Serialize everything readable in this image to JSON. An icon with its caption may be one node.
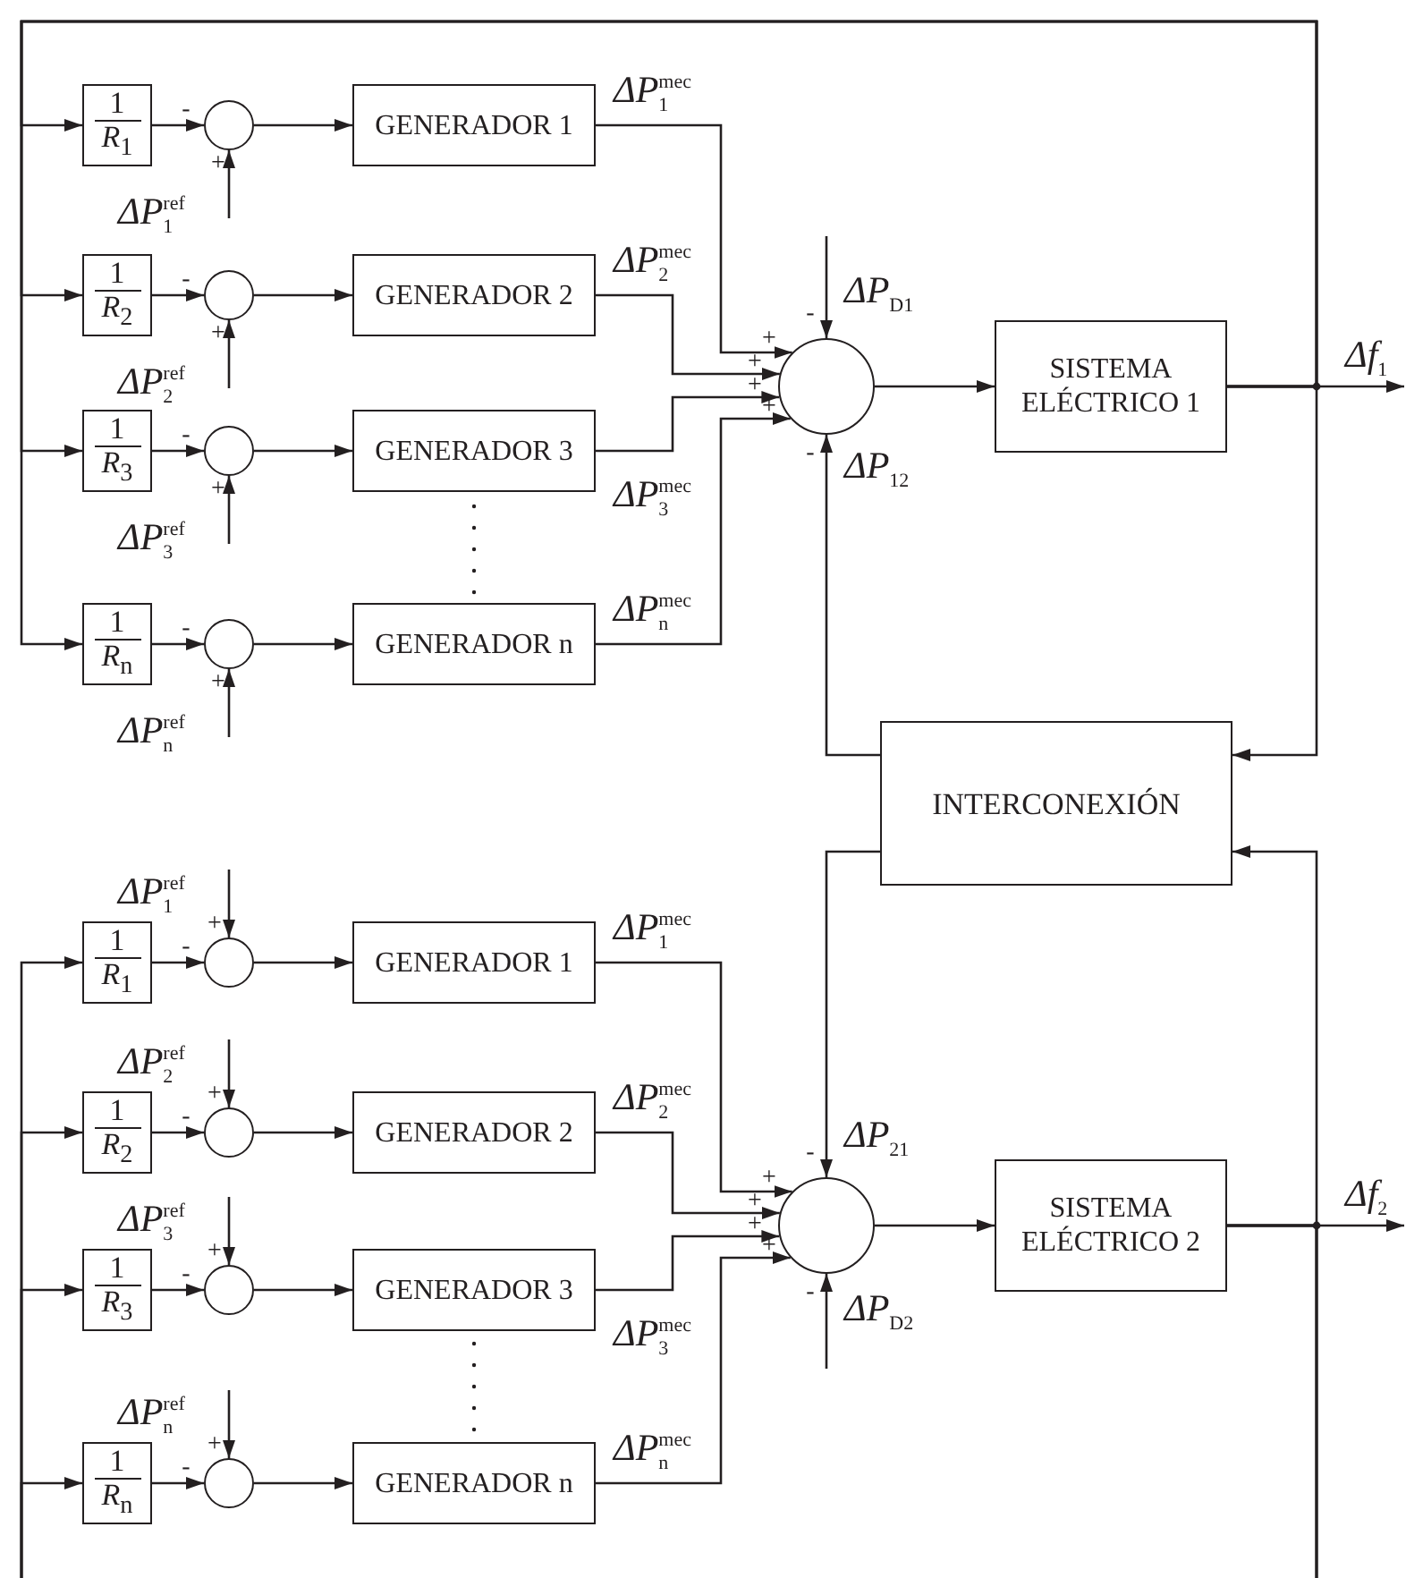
{
  "diagram": {
    "nodes": [
      {
        "text": [
          "1",
          "*R*$_{1}$"
        ]
      },
      {
        "text": [],
        "shape": "circle",
        "beside": [
          "-",
          "+"
        ]
      },
      {
        "text": [
          "GENERADOR 1"
        ]
      },
      {
        "text": [
          "1",
          "*R*$_{2}$"
        ]
      },
      {
        "text": [],
        "shape": "circle",
        "beside": [
          "-",
          "+"
        ]
      },
      {
        "text": [
          "GENERADOR 2"
        ]
      },
      {
        "text": [
          "1",
          "*R*$_{3}$"
        ]
      },
      {
        "text": [],
        "shape": "circle",
        "beside": [
          "-",
          "+"
        ]
      },
      {
        "text": [
          "GENERADOR 3"
        ]
      },
      {
        "text": [
          "1",
          "*R*$_{n}$"
        ]
      },
      {
        "text": [],
        "shape": "circle",
        "beside": [
          "-",
          "+"
        ]
      },
      {
        "text": [
          "GENERADOR n"
        ]
      },
      {
        "text": [],
        "shape": "circle",
        "beside": [
          "-",
          "+",
          "+",
          "+",
          "+",
          "-"
        ]
      },
      {
        "text": [
          "SISTEMA ELÉCTRICO 1"
        ]
      },
      {
        "text": [
          "INTERCONEXIÓN"
        ]
      },
      {
        "text": [
          "1",
          "*R*$_{1}$"
        ]
      },
      {
        "text": [],
        "shape": "circle",
        "beside": [
          "+",
          "-"
        ]
      },
      {
        "text": [
          "GENERADOR 1"
        ]
      },
      {
        "text": [
          "1",
          "*R*$_{2}$"
        ]
      },
      {
        "text": [],
        "shape": "circle",
        "beside": [
          "+",
          "-"
        ]
      },
      {
        "text": [
          "GENERADOR 2"
        ]
      },
      {
        "text": [
          "1",
          "*R*$_{3}$"
        ]
      },
      {
        "text": [],
        "shape": "circle",
        "beside": [
          "+",
          "-"
        ]
      },
      {
        "text": [
          "GENERADOR 3"
        ]
      },
      {
        "text": [
          "1",
          "*R*$_{n}$"
        ]
      },
      {
        "text": [],
        "shape": "circle",
        "beside": [
          "+",
          "-"
        ]
      },
      {
        "text": [
          "GENERADOR n"
        ]
      },
      {
        "text": [],
        "shape": "circle",
        "beside": [
          "-",
          "+",
          "+",
          "+",
          "+",
          "-"
        ]
      },
      {
        "text": [
          "SISTEMA ELÉCTRICO 2"
        ]
      }
    ],
    "edges": [
      {
        "from": 0,
        "to": 1,
        "arrow": "to"
      },
      {
        "from": null,
        "to": 1,
        "arrow": "to",
        "label": "ΔP$_{1}$$^{ref}$"
      },
      {
        "from": 1,
        "to": 2,
        "arrow": "to"
      },
      {
        "from": 2,
        "to": 12,
        "arrow": "to",
        "label": "ΔP$_{1}$$^{mec}$"
      },
      {
        "from": 3,
        "to": 4,
        "arrow": "to"
      },
      {
        "from": null,
        "to": 4,
        "arrow": "to",
        "label": "ΔP$_{2}$$^{ref}$"
      },
      {
        "from": 4,
        "to": 5,
        "arrow": "to"
      },
      {
        "from": 5,
        "to": 12,
        "arrow": "to",
        "label": "ΔP$_{2}$$^{mec}$"
      },
      {
        "from": 6,
        "to": 7,
        "arrow": "to"
      },
      {
        "from": null,
        "to": 7,
        "arrow": "to",
        "label": "ΔP$_{3}$$^{ref}$"
      },
      {
        "from": 7,
        "to": 8,
        "arrow": "to"
      },
      {
        "from": 8,
        "to": 12,
        "arrow": "to",
        "label": "ΔP$_{3}$$^{mec}$"
      },
      {
        "from": 9,
        "to": 10,
        "arrow": "to"
      },
      {
        "from": null,
        "to": 10,
        "arrow": "to",
        "label": "ΔP$_{n}$$^{ref}$"
      },
      {
        "from": 10,
        "to": 11,
        "arrow": "to"
      },
      {
        "from": 11,
        "to": 12,
        "arrow": "to",
        "label": "ΔP$_{n}$$^{mec}$"
      },
      {
        "from": 13,
        "to": 0,
        "arrow": "to"
      },
      {
        "from": 13,
        "to": 3,
        "arrow": "to"
      },
      {
        "from": 13,
        "to": 6,
        "arrow": "to"
      },
      {
        "from": 13,
        "to": 9,
        "arrow": "to"
      },
      {
        "from": 13,
        "to": null,
        "arrow": "to",
        "label": "Δf$_{1}$"
      },
      {
        "from": null,
        "to": 12,
        "arrow": "to",
        "label": "ΔP$_{D1}$"
      },
      {
        "from": 12,
        "to": 13,
        "arrow": "to"
      },
      {
        "from": 13,
        "to": 14,
        "arrow": "to"
      },
      {
        "from": 14,
        "to": 12,
        "arrow": "to",
        "label": "ΔP$_{12}$"
      },
      {
        "from": 14,
        "to": 27,
        "arrow": "to",
        "label": "ΔP$_{21}$"
      },
      {
        "from": 28,
        "to": 14,
        "arrow": "to"
      },
      {
        "from": 27,
        "to": 28,
        "arrow": "to"
      },
      {
        "from": null,
        "to": 27,
        "arrow": "to",
        "label": "ΔP$_{D2}$"
      },
      {
        "from": 28,
        "to": null,
        "arrow": "to",
        "label": "Δf$_{2}$"
      },
      {
        "from": 28,
        "to": 15,
        "arrow": "to"
      },
      {
        "from": 28,
        "to": 18,
        "arrow": "to"
      },
      {
        "from": 28,
        "to": 21,
        "arrow": "to"
      },
      {
        "from": 28,
        "to": 24,
        "arrow": "to"
      },
      {
        "from": 15,
        "to": 16,
        "arrow": "to"
      },
      {
        "from": null,
        "to": 16,
        "arrow": "to",
        "label": "ΔP$_{1}$$^{ref}$"
      },
      {
        "from": 16,
        "to": 17,
        "arrow": "to"
      },
      {
        "from": 17,
        "to": 27,
        "arrow": "to",
        "label": "ΔP$_{1}$$^{mec}$"
      },
      {
        "from": 18,
        "to": 19,
        "arrow": "to"
      },
      {
        "from": null,
        "to": 19,
        "arrow": "to",
        "label": "ΔP$_{2}$$^{ref}$"
      },
      {
        "from": 19,
        "to": 20,
        "arrow": "to"
      },
      {
        "from": 20,
        "to": 27,
        "arrow": "to",
        "label": "ΔP$_{2}$$^{mec}$"
      },
      {
        "from": 21,
        "to": 22,
        "arrow": "to"
      },
      {
        "from": null,
        "to": 22,
        "arrow": "to",
        "label": "ΔP$_{3}$$^{ref}$"
      },
      {
        "from": 22,
        "to": 23,
        "arrow": "to"
      },
      {
        "from": 23,
        "to": 27,
        "arrow": "to",
        "label": "ΔP$_{3}$$^{mec}$"
      },
      {
        "from": 24,
        "to": 25,
        "arrow": "to"
      },
      {
        "from": null,
        "to": 25,
        "arrow": "to",
        "label": "ΔP$_{n}$$^{ref}$"
      },
      {
        "from": 25,
        "to": 26,
        "arrow": "to"
      },
      {
        "from": 26,
        "to": 27,
        "arrow": "to",
        "label": "ΔP$_{n}$$^{mec}$"
      }
    ]
  }
}
